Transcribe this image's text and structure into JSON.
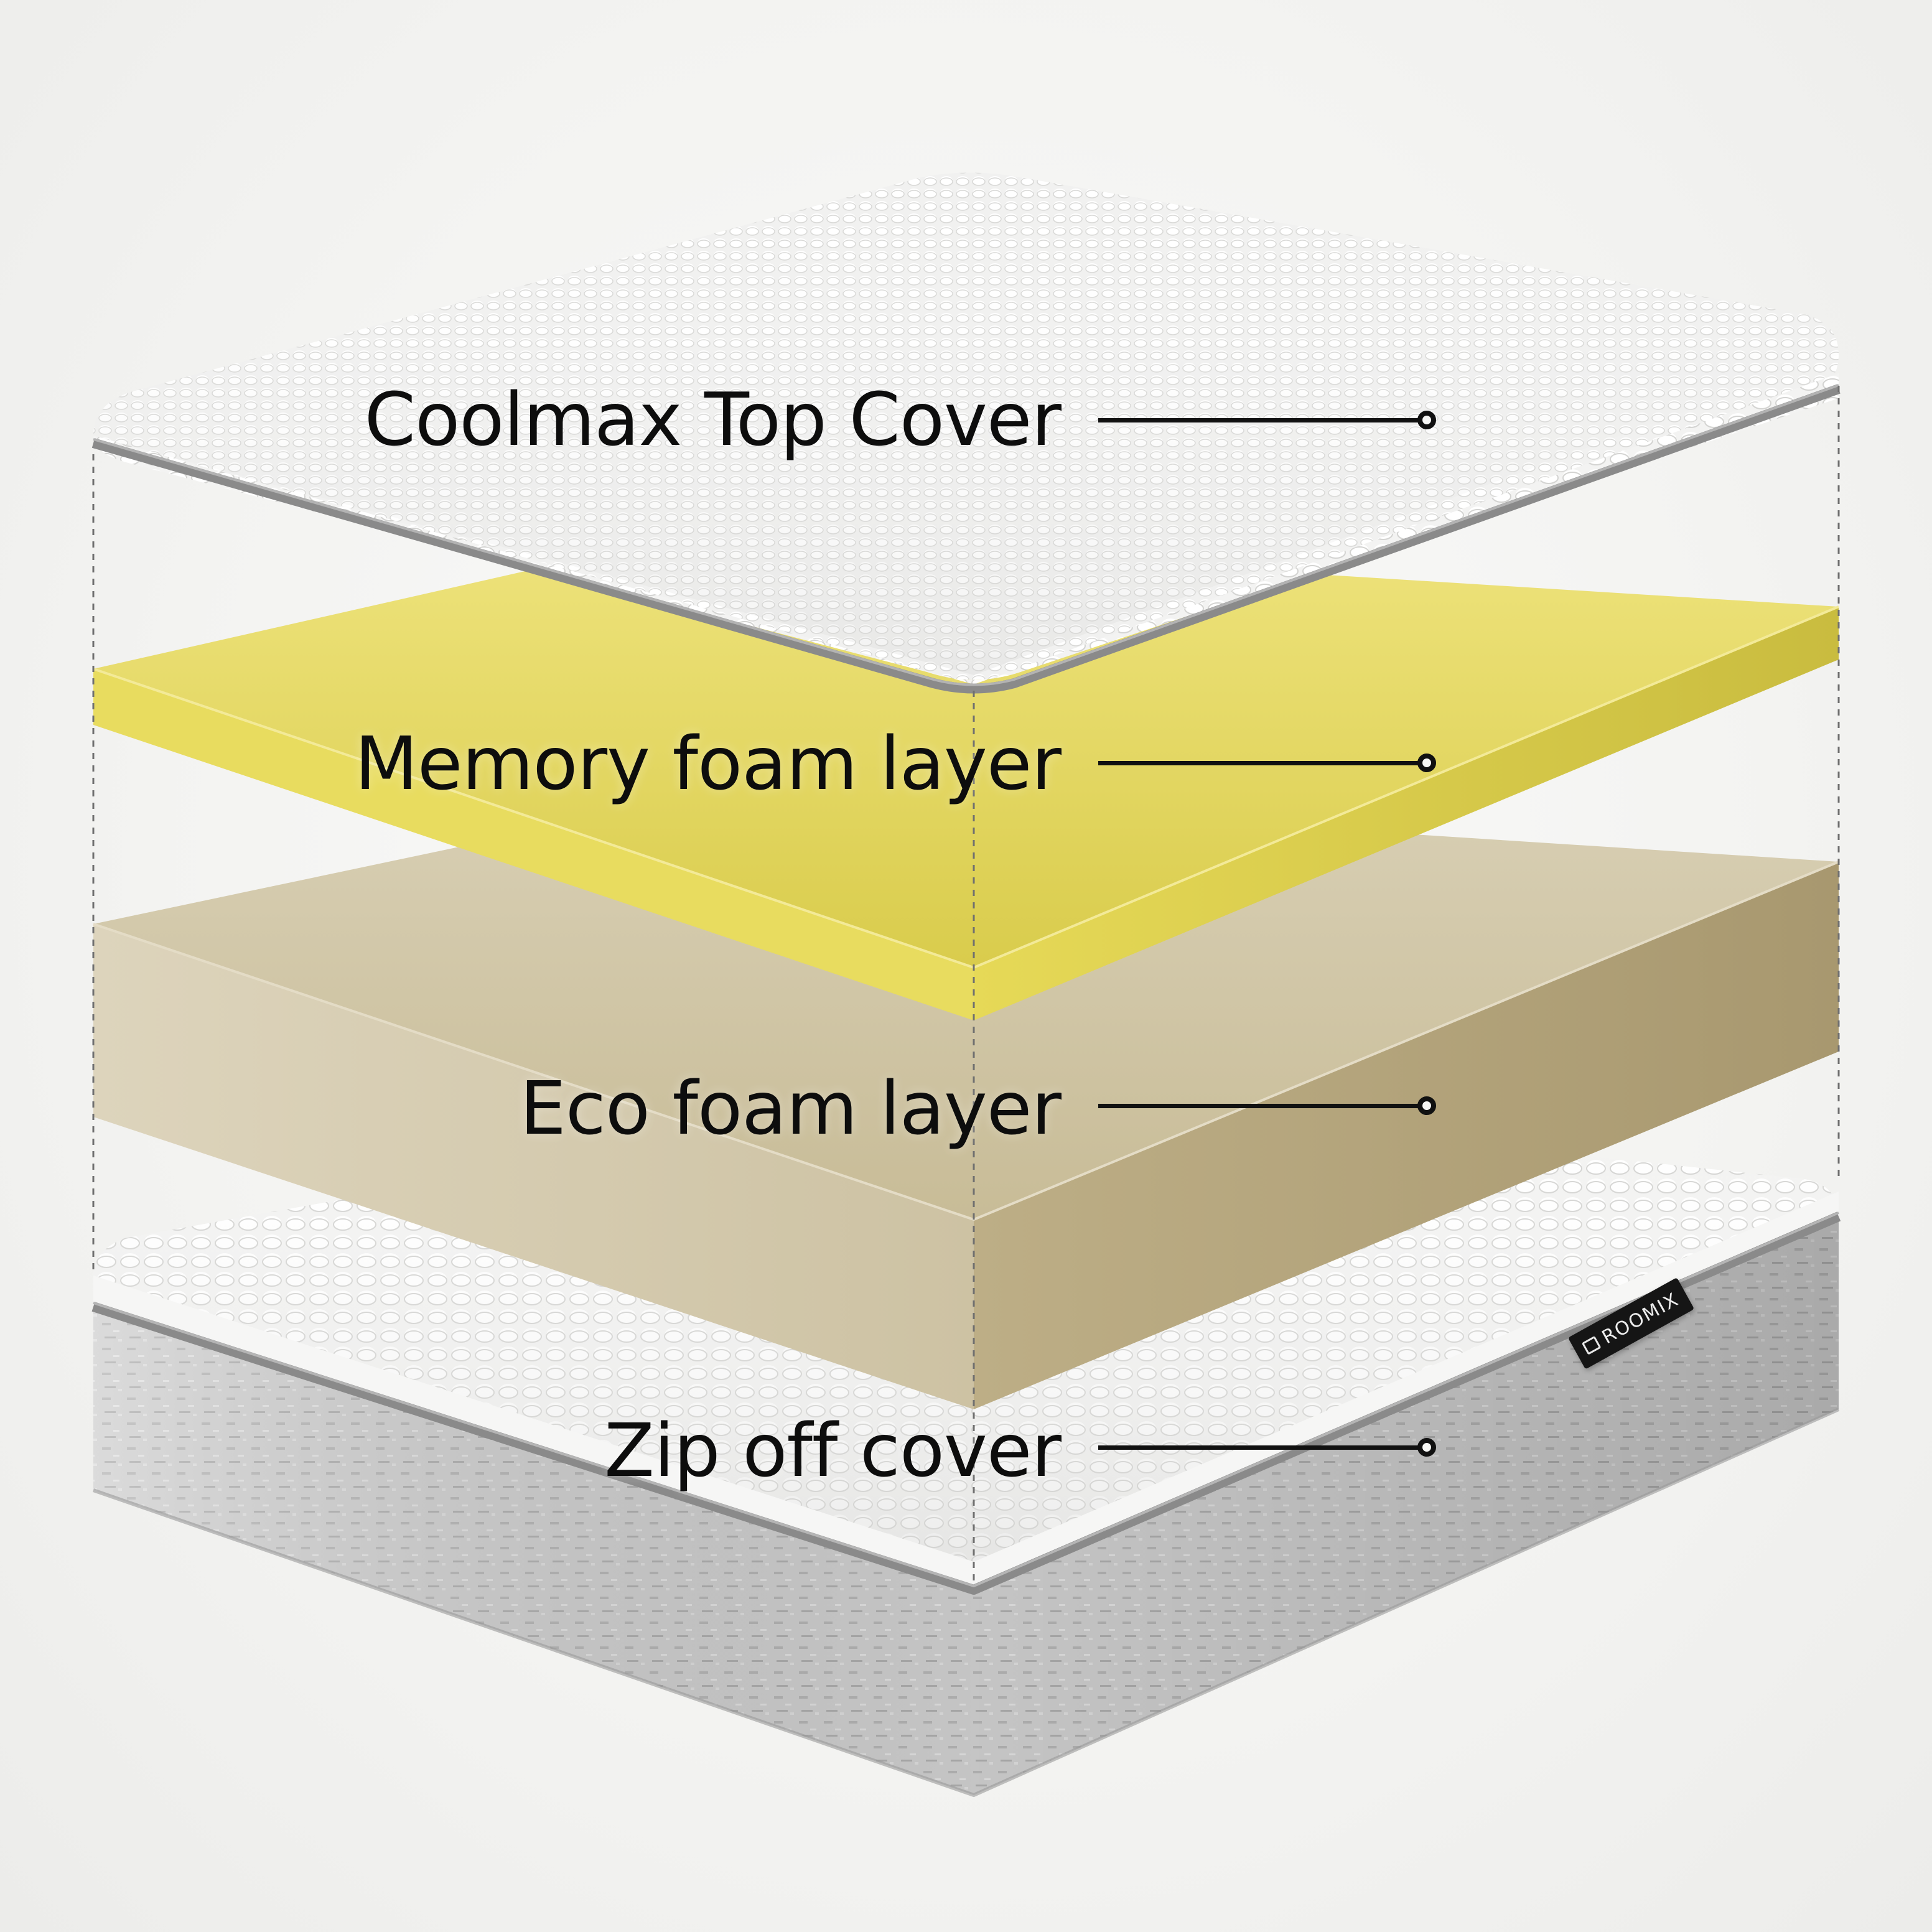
{
  "callouts": [
    {
      "label": "Coolmax Top Cover"
    },
    {
      "label": "Memory foam layer"
    },
    {
      "label": "Eco foam layer"
    },
    {
      "label": "Zip off cover"
    }
  ],
  "brand": {
    "name": "ROOMIX"
  },
  "colors": {
    "background": "#f4f4f2",
    "cover_white": "#f2f2f1",
    "piping_grey": "#8a8a8a",
    "memory_foam": "#e2d65c",
    "eco_foam": "#cbbf9e",
    "side_fabric": "#c9c9c9",
    "text": "#0d0d0d"
  }
}
